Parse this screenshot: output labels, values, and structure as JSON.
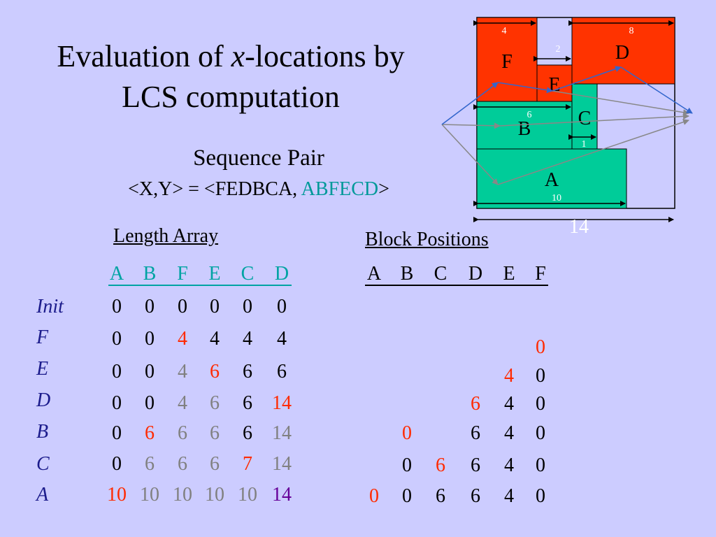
{
  "title": {
    "prefix": "Evaluation of ",
    "var": "x",
    "suffix": "-locations by",
    "line2": "LCS computation"
  },
  "subtitle": "Sequence Pair",
  "sequence": {
    "lhs": "<X,Y>  =  <FEDBCA, ",
    "y": "ABFECD",
    "close": ">"
  },
  "length_array": {
    "heading": "Length Array",
    "columns": [
      "A",
      "B",
      "F",
      "E",
      "C",
      "D"
    ],
    "rows": [
      {
        "label": "Init",
        "values": [
          "0",
          "0",
          "0",
          "0",
          "0",
          "0"
        ],
        "colors": [
          "k",
          "k",
          "k",
          "k",
          "k",
          "k"
        ]
      },
      {
        "label": "F",
        "values": [
          "0",
          "0",
          "4",
          "4",
          "4",
          "4"
        ],
        "colors": [
          "k",
          "k",
          "r",
          "k",
          "k",
          "k"
        ]
      },
      {
        "label": "E",
        "values": [
          "0",
          "0",
          "4",
          "6",
          "6",
          "6"
        ],
        "colors": [
          "k",
          "k",
          "g",
          "r",
          "k",
          "k"
        ]
      },
      {
        "label": "D",
        "values": [
          "0",
          "0",
          "4",
          "6",
          "6",
          "14"
        ],
        "colors": [
          "k",
          "k",
          "g",
          "g",
          "k",
          "r"
        ]
      },
      {
        "label": "B",
        "values": [
          "0",
          "6",
          "6",
          "6",
          "6",
          "14"
        ],
        "colors": [
          "k",
          "r",
          "g",
          "g",
          "k",
          "g"
        ]
      },
      {
        "label": "C",
        "values": [
          "0",
          "6",
          "6",
          "6",
          "7",
          "14"
        ],
        "colors": [
          "k",
          "g",
          "g",
          "g",
          "r",
          "g"
        ]
      },
      {
        "label": "A",
        "values": [
          "10",
          "10",
          "10",
          "10",
          "10",
          "14"
        ],
        "colors": [
          "r",
          "g",
          "g",
          "g",
          "g",
          "p"
        ]
      }
    ]
  },
  "block_positions": {
    "heading": "Block Positions",
    "columns": [
      "A",
      "B",
      "C",
      "D",
      "E",
      "F"
    ],
    "rows": [
      {
        "values": [
          "",
          "",
          "",
          "",
          "",
          ""
        ],
        "colors": [
          "k",
          "k",
          "k",
          "k",
          "k",
          "k"
        ]
      },
      {
        "values": [
          "",
          "",
          "",
          "",
          "",
          "0"
        ],
        "colors": [
          "k",
          "k",
          "k",
          "k",
          "k",
          "r"
        ]
      },
      {
        "values": [
          "",
          "",
          "",
          "",
          "4",
          "0"
        ],
        "colors": [
          "k",
          "k",
          "k",
          "k",
          "r",
          "k"
        ]
      },
      {
        "values": [
          "",
          "",
          "",
          "6",
          "4",
          "0"
        ],
        "colors": [
          "k",
          "k",
          "k",
          "r",
          "k",
          "k"
        ]
      },
      {
        "values": [
          "",
          "0",
          "",
          "6",
          "4",
          "0"
        ],
        "colors": [
          "k",
          "r",
          "k",
          "k",
          "k",
          "k"
        ]
      },
      {
        "values": [
          "",
          "0",
          "6",
          "6",
          "4",
          "0"
        ],
        "colors": [
          "k",
          "k",
          "r",
          "k",
          "k",
          "k"
        ]
      },
      {
        "values": [
          "0",
          "0",
          "6",
          "6",
          "4",
          "0"
        ],
        "colors": [
          "r",
          "k",
          "k",
          "k",
          "k",
          "k"
        ]
      }
    ]
  },
  "floorplan": {
    "blocks": [
      {
        "name": "F",
        "color": "#ff3300"
      },
      {
        "name": "E",
        "color": "#ff3300"
      },
      {
        "name": "D",
        "color": "#ff3300"
      },
      {
        "name": "B",
        "color": "#00cc99"
      },
      {
        "name": "C",
        "color": "#00cc99"
      },
      {
        "name": "A",
        "color": "#00cc99"
      }
    ],
    "widths": {
      "F": "4",
      "E": "2",
      "D": "8",
      "B": "6",
      "C": "1",
      "A": "10",
      "total": "14"
    }
  },
  "colors": {
    "red": "#ff2a00",
    "gray": "#808080",
    "purple": "#660099",
    "cyan": "#00a3a3",
    "label": "#1c1c8c"
  }
}
